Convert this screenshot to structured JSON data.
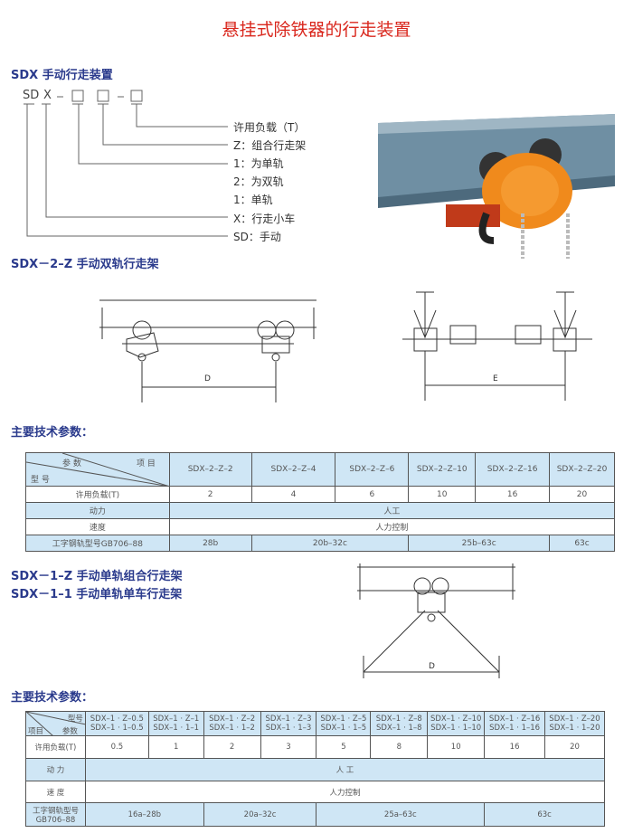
{
  "title": "悬挂式除铁器的行走装置",
  "section1": {
    "heading": "SDX 手动行走装置",
    "code": {
      "sd": "SD",
      "x": "X",
      "dash": "-"
    },
    "legend": [
      "许用负载（T）",
      "Z：组合行走架",
      "1：为单轨",
      "2：为双轨",
      "1：单轨",
      "X：行走小车",
      "SD：手动"
    ]
  },
  "section2": {
    "heading": "SDX－2–Z 手动双轨行走架",
    "dim_d": "D",
    "dim_e": "E"
  },
  "params_heading": "主要技术参数：",
  "table1": {
    "corner": {
      "item": "项 目",
      "param": "参 数",
      "model": "型 号"
    },
    "models": [
      "SDX–2–Z–2",
      "SDX–2–Z–4",
      "SDX–2–Z–6",
      "SDX–2–Z–10",
      "SDX–2–Z–16",
      "SDX–2–Z–20"
    ],
    "load_label": "许用负载(T)",
    "loads": [
      "2",
      "4",
      "6",
      "10",
      "16",
      "20"
    ],
    "power_label": "动力",
    "power": "人工",
    "speed_label": "速度",
    "speed": "人力控制",
    "rail_label": "工字钢轨型号GB706–88",
    "rails": [
      "28b",
      "20b–32c",
      "25b–63c",
      "63c"
    ]
  },
  "section3": {
    "heading1": "SDX－1–Z 手动单轨组合行走架",
    "heading2": "SDX－1–1 手动单轨单车行走架",
    "dim_d": "D"
  },
  "params_heading2": "主要技术参数：",
  "table2": {
    "corner": {
      "model": "型号",
      "item": "项目",
      "param": "参数"
    },
    "models_z": [
      "SDX–1 · Z–0.5",
      "SDX–1 · Z–1",
      "SDX–1 · Z–2",
      "SDX–1 · Z–3",
      "SDX–1 · Z–5",
      "SDX–1 · Z–8",
      "SDX–1 · Z–10",
      "SDX–1 · Z–16",
      "SDX–1 · Z–20"
    ],
    "models_1": [
      "SDX–1 · 1–0.5",
      "SDX–1 · 1–1",
      "SDX–1 · 1–2",
      "SDX–1 · 1–3",
      "SDX–1 · 1–5",
      "SDX–1 · 1–8",
      "SDX–1 · 1–10",
      "SDX–1 · 1–16",
      "SDX–1 · 1–20"
    ],
    "load_label": "许用负载(T)",
    "loads": [
      "0.5",
      "1",
      "2",
      "3",
      "5",
      "8",
      "10",
      "16",
      "20"
    ],
    "power_label": "动 力",
    "power": "人 工",
    "speed_label": "速 度",
    "speed": "人力控制",
    "rail_label1": "工字钢轨型号",
    "rail_label2": "GB706–88",
    "rails": [
      "16a–28b",
      "20a–32c",
      "25a–63c",
      "63c"
    ]
  },
  "colors": {
    "title": "#d9261c",
    "heading": "#2a3a8c",
    "table_fill": "#cfe6f5"
  }
}
